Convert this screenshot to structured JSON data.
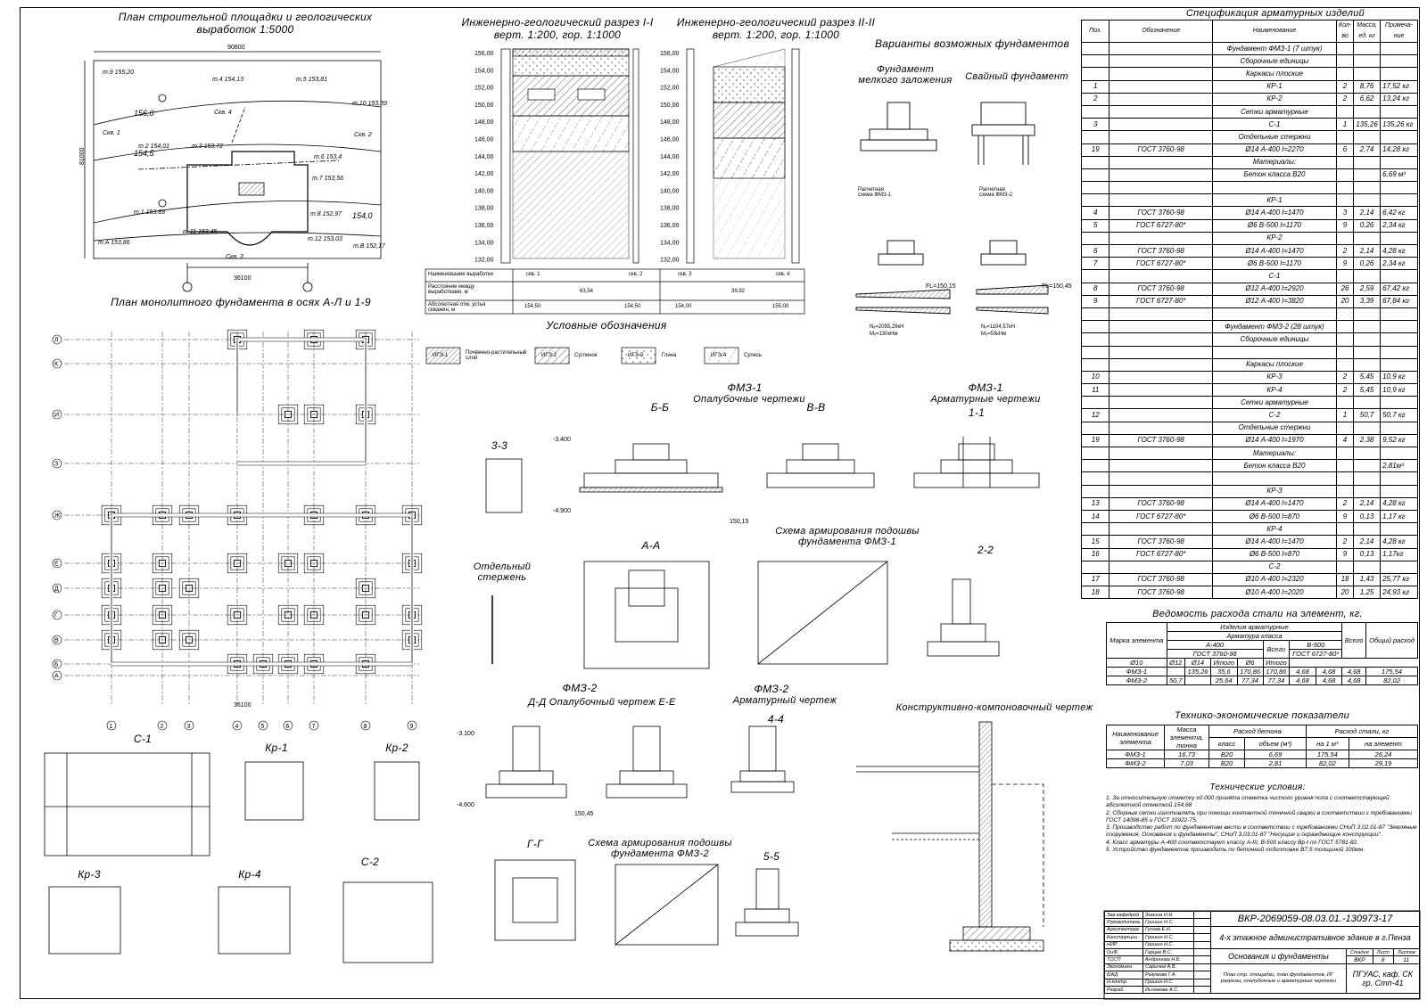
{
  "titles": {
    "site_plan": "План строительной площадки и геологических выработок 1:5000",
    "site_plan_l1": "План строительной площадки и геологических",
    "site_plan_l2": "выработок 1:5000",
    "section_1": "Инженерно-геологический разрез I-I",
    "section_1_scale": "верт. 1:200, гор. 1:1000",
    "section_2": "Инженерно-геологический разрез II-II",
    "section_2_scale": "верт. 1:200, гор. 1:1000",
    "variants": "Варианты возможных фундаментов",
    "shallow": "Фундамент мелкого заложения",
    "shallow_l1": "Фундамент",
    "shallow_l2": "мелкого заложения",
    "pile": "Свайный фундамент",
    "foundation_plan": "План монолитного фундамента в осях А-Л и 1-9",
    "legend_title": "Условные обозначения",
    "fmz1": "ФМЗ-1",
    "formwork": "Опалубочные чертежи",
    "armature": "Арматурные чертежи",
    "fmz1_arm_scheme": "Схема армирования подошвы фундамента ФМЗ-1",
    "fmz2": "ФМЗ-2",
    "fmz2_formwork": "Д-Д Опалубочный чертеж Е-Е",
    "fmz2_arm": "Арматурный чертеж",
    "fmz2_arm_scheme": "Схема армирования подошвы фундамента ФМЗ-2",
    "constructive": "Конструктивно-компоновочный чертеж",
    "separate_bar": "Отдельный стержень",
    "spec_title": "Спецификация арматурных изделий",
    "steel_title": "Ведомость расхода стали на элемент, кг.",
    "tep_title": "Технико-экономические показатели",
    "tech_title": "Технические условия:"
  },
  "cuts": {
    "bb": "Б-Б",
    "vv": "В-В",
    "11": "1-1",
    "33": "3-3",
    "aa": "А-А",
    "22": "2-2",
    "44": "4-4",
    "gg": "Г-Г",
    "55": "5-5",
    "c1": "С-1",
    "c2": "С-2",
    "kr1": "Кр-1",
    "kr2": "Кр-2",
    "kr3": "Кр-3",
    "kr4": "Кр-4"
  },
  "legend": [
    {
      "code": "ИГЭ-1",
      "label": "Почвенно-растительный слой"
    },
    {
      "code": "ИГЭ-2",
      "label": "Суглинок"
    },
    {
      "code": "ИГЭ-3",
      "label": "Глина"
    },
    {
      "code": "ИГЭ-4",
      "label": "Супесь"
    }
  ],
  "spec": {
    "headers": [
      "Поз.",
      "Обозначение",
      "Наименование",
      "Кол-во",
      "Масса, ед. кг",
      "Примеча-ние"
    ],
    "rows": [
      [
        "",
        "",
        "Фундамент ФМЗ-1 (7 штук)",
        "",
        "",
        ""
      ],
      [
        "",
        "",
        "Сборочные единицы",
        "",
        "",
        ""
      ],
      [
        "",
        "",
        "Каркасы плоские",
        "",
        "",
        ""
      ],
      [
        "1",
        "",
        "КР-1",
        "2",
        "8,76",
        "17,52 кг"
      ],
      [
        "2",
        "",
        "КР-2",
        "2",
        "6,62",
        "13,24 кг"
      ],
      [
        "",
        "",
        "Сетки арматурные",
        "",
        "",
        ""
      ],
      [
        "3",
        "",
        "С-1",
        "1",
        "135,26",
        "135,26 кг"
      ],
      [
        "",
        "",
        "Отдельные стержни",
        "",
        "",
        ""
      ],
      [
        "19",
        "ГОСТ 3760-98",
        "Ø14 А-400 l=2270",
        "6",
        "2,74",
        "14,28 кг"
      ],
      [
        "",
        "",
        "Материалы:",
        "",
        "",
        ""
      ],
      [
        "",
        "",
        "Бетон класса В20",
        "",
        "",
        "6,69 м³"
      ],
      [
        "",
        "",
        "",
        "",
        "",
        ""
      ],
      [
        "",
        "",
        "КР-1",
        "",
        "",
        ""
      ],
      [
        "4",
        "ГОСТ 3760-98",
        "Ø14 А-400 l=1470",
        "3",
        "2,14",
        "6,42 кг"
      ],
      [
        "5",
        "ГОСТ 6727-80*",
        "Ø6 В-500 l=1170",
        "9",
        "0,26",
        "2,34 кг"
      ],
      [
        "",
        "",
        "КР-2",
        "",
        "",
        ""
      ],
      [
        "6",
        "ГОСТ 3760-98",
        "Ø14 А-400 l=1470",
        "2",
        "2,14",
        "4,28 кг"
      ],
      [
        "7",
        "ГОСТ 6727-80*",
        "Ø6 В-500 l=1170",
        "9",
        "0,26",
        "2,34 кг"
      ],
      [
        "",
        "",
        "С-1",
        "",
        "",
        ""
      ],
      [
        "8",
        "ГОСТ 3760-98",
        "Ø12 А-400 l=2920",
        "26",
        "2,59",
        "67,42 кг"
      ],
      [
        "9",
        "ГОСТ 6727-80*",
        "Ø12 А-400 l=3820",
        "20",
        "3,39",
        "67,84 кг"
      ],
      [
        "",
        "",
        "",
        "",
        "",
        ""
      ],
      [
        "",
        "",
        "Фундамент ФМЗ-2 (28 штук)",
        "",
        "",
        ""
      ],
      [
        "",
        "",
        "Сборочные единицы",
        "",
        "",
        ""
      ],
      [
        "",
        "",
        "",
        "",
        "",
        ""
      ],
      [
        "",
        "",
        "Каркасы плоские",
        "",
        "",
        ""
      ],
      [
        "10",
        "",
        "КР-3",
        "2",
        "5,45",
        "10,9 кг"
      ],
      [
        "11",
        "",
        "КР-4",
        "2",
        "5,45",
        "10,9 кг"
      ],
      [
        "",
        "",
        "Сетки арматурные",
        "",
        "",
        ""
      ],
      [
        "12",
        "",
        "С-2",
        "1",
        "50,7",
        "50,7 кг"
      ],
      [
        "",
        "",
        "Отдельные стержни",
        "",
        "",
        ""
      ],
      [
        "19",
        "ГОСТ 3760-98",
        "Ø14 А-400 l=1970",
        "4",
        "2,38",
        "9,52 кг"
      ],
      [
        "",
        "",
        "Материалы:",
        "",
        "",
        ""
      ],
      [
        "",
        "",
        "Бетон класса В20",
        "",
        "",
        "2,81м³"
      ],
      [
        "",
        "",
        "",
        "",
        "",
        ""
      ],
      [
        "",
        "",
        "КР-3",
        "",
        "",
        ""
      ],
      [
        "13",
        "ГОСТ 3760-98",
        "Ø14 А-400 l=1470",
        "2",
        "2,14",
        "4,28 кг"
      ],
      [
        "14",
        "ГОСТ 6727-80*",
        "Ø6 В-500 l=870",
        "9",
        "0,13",
        "1,17 кг"
      ],
      [
        "",
        "",
        "КР-4",
        "",
        "",
        ""
      ],
      [
        "15",
        "ГОСТ 3760-98",
        "Ø14 А-400 l=1470",
        "2",
        "2,14",
        "4,28 кг"
      ],
      [
        "16",
        "ГОСТ 6727-80*",
        "Ø6 В-500 l=870",
        "9",
        "0,13",
        "1,17кг"
      ],
      [
        "",
        "",
        "С-2",
        "",
        "",
        ""
      ],
      [
        "17",
        "ГОСТ 3760-98",
        "Ø10 А-400 l=2320",
        "18",
        "1,43",
        "25,77 кг"
      ],
      [
        "18",
        "ГОСТ 3760-98",
        "Ø10 А-400 l=2020",
        "20",
        "1,25",
        "24,93 кг"
      ]
    ]
  },
  "steel": {
    "h_mark": "Марка элемента",
    "h_items": "Изделия арматурные",
    "h_class": "Арматура класса",
    "h_a400": "А-400",
    "h_b500": "В-500",
    "h_g1": "ГОСТ 3760-98",
    "h_g2": "ГОСТ 6727-80*",
    "h_total": "Всего",
    "h_sum": "Общий расход",
    "h_d": [
      "Ø10",
      "Ø12",
      "Ø14",
      "Итого",
      "Ø6",
      "Итого"
    ],
    "rows": [
      [
        "ФМЗ-1",
        "",
        "135,26",
        "35,6",
        "170,86",
        "170,86",
        "4,68",
        "4,68",
        "4,68",
        "175,54"
      ],
      [
        "ФМЗ-2",
        "50,7",
        "",
        "25,64",
        "77,34",
        "77,34",
        "4,68",
        "4,68",
        "4,68",
        "82,02"
      ]
    ]
  },
  "tep": {
    "headers": [
      "Наименование элемента",
      "Масса элемента, тонна",
      "Расход бетона",
      "Расход стали, кг"
    ],
    "sub": [
      "класс",
      "объем (м³)",
      "на 1 м³",
      "на элемент"
    ],
    "rows": [
      [
        "ФМЗ-1",
        "16,73",
        "В20",
        "6,69",
        "175,54",
        "26,24"
      ],
      [
        "ФМЗ-2",
        "7,03",
        "В20",
        "2,81",
        "82,02",
        "29,19"
      ]
    ]
  },
  "tech": [
    "1. За относительную отметку ±0.000 принята отметка чистого уровня пола с соответствующей абсолютной отметкой 154,68",
    "2. Сборные сетки изготовлять при помощи контактной точечной сварки в соответствии с требованиями ГОСТ 14098-85 и ГОСТ 10922-75.",
    "3. Производство работ по фундаментам вести в соответствии с требованиями СНиП 3.02.01-87 \"Земляные сооружения. Основания и фундаменты\", СНиП 3.03.01-87 \"Несущие и ограждающие конструкции\".",
    "4. Класс арматуры А-400 соответствует классу А-III, В-500 классу Вр-I по ГОСТ 5781-82.",
    "5. Устройство фундаментов производить по бетонной подготовке В7,5 толщиной 100мм."
  ],
  "stamp": {
    "code": "ВКР-2069059-08.03.01.-130973-17",
    "building": "4-х этажное административное здание в г.Пенза",
    "section": "Основания и фундаменты",
    "sheet_desc": "План стр. площадки, план фундаментов, ИГ разрезы, опалубочные и арматурные чертежи",
    "stage_h": "Стадия",
    "sheet_h": "Лист",
    "sheets_h": "Листов",
    "stage": "ВКР",
    "sheet": "8",
    "sheets": "11",
    "org": "ПГУАС, каф. СК гр. Стп-41",
    "roles": [
      [
        "Зав.кафедрой",
        "Зимина Н.Н."
      ],
      [
        "Руководитель",
        "Гришин Н.С."
      ],
      [
        "Архитектура",
        "Гусева Е.Н."
      ],
      [
        "Конструкции",
        "Гришин Н.С."
      ],
      [
        "НИР",
        "Гришин Н.С."
      ],
      [
        "ОиФ",
        "Гарцев В.С."
      ],
      [
        "ТОСП",
        "Андронова Н.Б."
      ],
      [
        "Экономика",
        "Сарычев А.В."
      ],
      [
        "БЖД",
        "Разумова Г.А."
      ],
      [
        "Н.контр.",
        "Гришин Н.С."
      ],
      [
        "Разраб.",
        "Исламова А.С."
      ]
    ]
  },
  "labels": {
    "dim_site_w": "36100",
    "dim_site_top": "90600",
    "dim_site_h": "81000",
    "dim_plan_w": "36100",
    "fl_1": "FL=150,15",
    "fl_2": "FL=150,45",
    "load_1_n": "Nₓ=2055,29кН",
    "load_1_m": "Mₓ=130кНм",
    "load_2_n": "Nₓ=1104,57кН",
    "load_2_m": "Mₓ=53кНм",
    "calc_1": "Расчетная схема ФМЗ-1",
    "calc_2": "Расчетная схема ФМЗ-2",
    "lvl_a": "-3.400",
    "lvl_b": "-4.900",
    "lvl_c": "-3.100",
    "lvl_d": "-4.600",
    "lvl_e": "150,15",
    "lvl_f": "150,45",
    "table_r1": "Наименование выработки",
    "table_r2": "Расстояние между выработками, м",
    "table_r3": "Абсолютная отм. устья скважин, м",
    "skv1": "скв. 1",
    "skv2": "скв. 2",
    "skv3": "скв. 3",
    "skv4": "скв. 4",
    "dist1": "63,54",
    "dist2": "39,92",
    "abs1": "154,50",
    "abs2": "154,50",
    "abs3": "154,00",
    "abs4": "155,00"
  },
  "axes_rows": [
    "Л",
    "К",
    "И",
    "З",
    "Ж",
    "Е",
    "Д",
    "Г",
    "В",
    "Б",
    "А"
  ],
  "axes_cols": [
    "1",
    "2",
    "3",
    "4",
    "5",
    "6",
    "7",
    "8",
    "9"
  ],
  "elev_ticks": [
    "156,00",
    "154,00",
    "152,00",
    "150,00",
    "148,00",
    "146,00",
    "144,00",
    "142,00",
    "140,00",
    "138,00",
    "136,00",
    "134,00",
    "132,00"
  ]
}
